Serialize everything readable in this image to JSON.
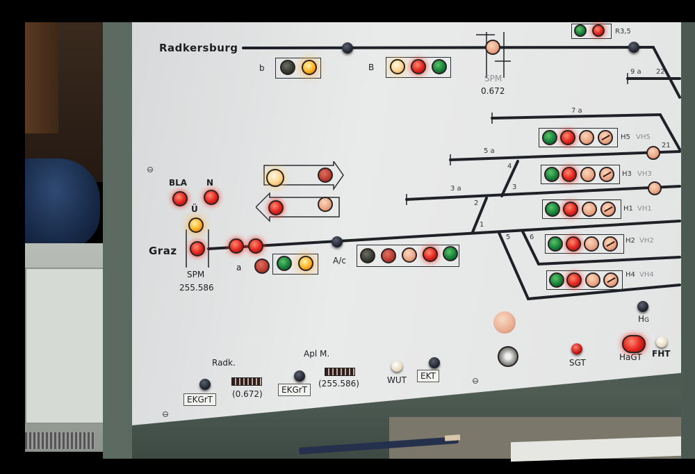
{
  "stations": {
    "top": "Radkersburg",
    "left": "Graz"
  },
  "spm": [
    {
      "label": "SPM",
      "value": "0.672"
    },
    {
      "label": "SPM",
      "value": "255.586"
    }
  ],
  "lamp_labels": {
    "bla": "BLA",
    "n": "N",
    "u": "Ü"
  },
  "signal_labels": {
    "b_small": "b",
    "b_big": "B",
    "a_small": "a",
    "a_c": "A/c",
    "r35": "R3,5",
    "h5": "H5",
    "vh5": "VH5",
    "h3": "H3",
    "vh3": "VH3",
    "h1": "H1",
    "vh1": "VH1",
    "h2": "H2",
    "vh2": "VH2",
    "h4": "H4",
    "vh4": "VH4"
  },
  "track_labels": [
    "9 a",
    "22",
    "7 a",
    "5 a",
    "3 a",
    "21",
    "4",
    "3",
    "2",
    "1",
    "5",
    "6"
  ],
  "controls": {
    "radk_label": "Radk.",
    "aplm_label": "Apl M.",
    "ekgrt_1": "EKGrT",
    "ekgrt_2": "EKGrT",
    "counter_1": "(0.672)",
    "counter_2": "(255.586)",
    "wut": "WUT",
    "ekt": "EKT",
    "sgt": "SGT",
    "hagt": "HaGT",
    "fht": "FHT",
    "hg": "H",
    "hg_sub": "G"
  },
  "colors": {
    "panel": "#e3e4e4",
    "frame": "#4f5d55",
    "track": "#1e2126",
    "lamp_red": "#e2231d",
    "lamp_orange": "#ffb21f",
    "lamp_green": "#17823a"
  }
}
